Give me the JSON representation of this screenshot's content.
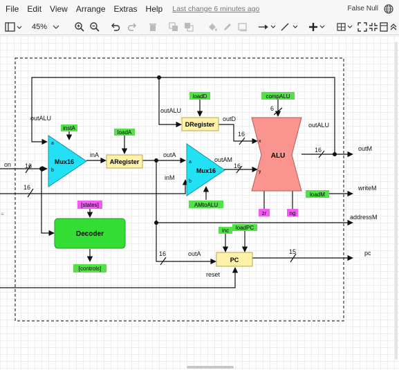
{
  "menu": [
    "File",
    "Edit",
    "View",
    "Arrange",
    "Extras",
    "Help"
  ],
  "last_change": "Last change 6 minutes ago",
  "user_name": "False Null",
  "toolbar": {
    "zoom": "45%"
  },
  "diagram": {
    "blocks": {
      "mux_a": "Mux16",
      "aregister": "ARegister",
      "mux_am": "Mux16",
      "dregister": "DRegister",
      "alu": "ALU",
      "decoder": "Decoder",
      "pc": "PC"
    },
    "tags": {
      "instA": "instA",
      "loadA": "loadA",
      "loadD": "loadD",
      "compALU": "compALU",
      "AMtoALU": "AMtoALU",
      "zr": "zr",
      "ng": "ng",
      "loadM": "loadM",
      "states": "[states]",
      "controls": "[controls]",
      "inc": "inc",
      "loadPC": "loadPC"
    },
    "wire_labels": {
      "outALU_left": "outALU",
      "outALU_mid": "outALU",
      "outALU_right": "outALU",
      "outD": "outD",
      "inA": "inA",
      "outA": "outA",
      "outAM": "outAM",
      "inM": "inM",
      "outA_pc": "outA",
      "reset": "reset",
      "port_a1": "a",
      "port_b1": "b",
      "port_a2": "a",
      "port_b2": "b",
      "port_x": "x",
      "port_y": "y",
      "w16_in": "16",
      "w16_inM": "16",
      "w16_outD": "16",
      "w16_outAM": "16",
      "w16_outM": "16",
      "w16_pc": "16",
      "w15_pc": "15",
      "w6": "6"
    },
    "io": {
      "in": "on",
      "outM": "outM",
      "writeM": "writeM",
      "addressM": "addressM",
      "pc": "pc"
    }
  },
  "colors": {
    "mux": "#22e1f5",
    "register": "#fff2a8",
    "alu": "#f9948e",
    "decoder": "#33dd33",
    "tag_green": "#55e04a",
    "tag_magenta": "#f25cf2"
  }
}
